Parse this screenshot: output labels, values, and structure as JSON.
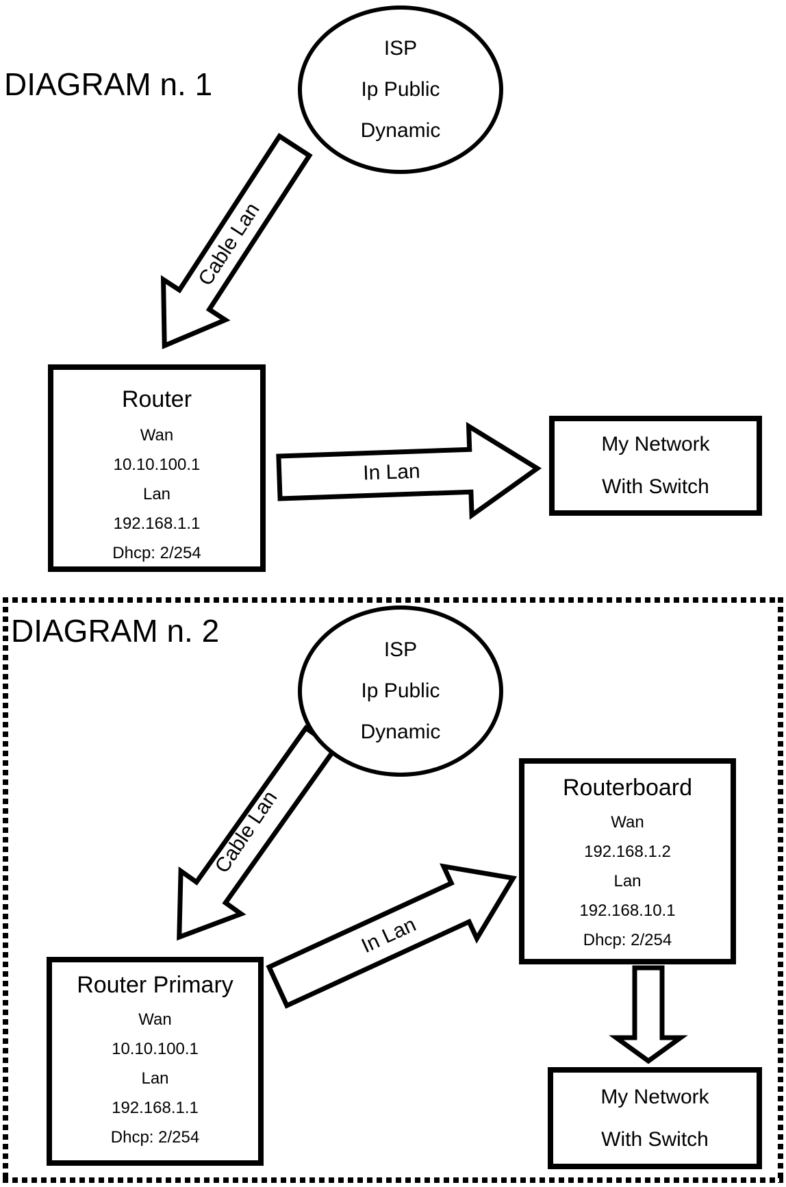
{
  "colors": {
    "ink": "#000000",
    "paper": "#ffffff"
  },
  "diagram1": {
    "title": "DIAGRAM n. 1",
    "isp_ellipse": {
      "lines": [
        "ISP",
        "Ip Public",
        "Dynamic"
      ]
    },
    "cable_lan_label": "Cable Lan",
    "in_lan_label": "In Lan",
    "router_box": {
      "title": "Router",
      "lines": [
        "Wan",
        "10.10.100.1",
        "Lan",
        "192.168.1.1",
        "Dhcp: 2/254"
      ]
    },
    "network_box": {
      "lines": [
        "My Network",
        "With Switch"
      ]
    }
  },
  "diagram2": {
    "title": "DIAGRAM n. 2",
    "isp_ellipse": {
      "lines": [
        "ISP",
        "Ip Public",
        "Dynamic"
      ]
    },
    "cable_lan_label": "Cable Lan",
    "in_lan_label": "In Lan",
    "router_primary_box": {
      "title": "Router Primary",
      "lines": [
        "Wan",
        "10.10.100.1",
        "Lan",
        "192.168.1.1",
        "Dhcp: 2/254"
      ]
    },
    "routerboard_box": {
      "title": "Routerboard",
      "lines": [
        "Wan",
        "192.168.1.2",
        "Lan",
        "192.168.10.1",
        "Dhcp: 2/254"
      ]
    },
    "network_box": {
      "lines": [
        "My Network",
        "With Switch"
      ]
    }
  }
}
